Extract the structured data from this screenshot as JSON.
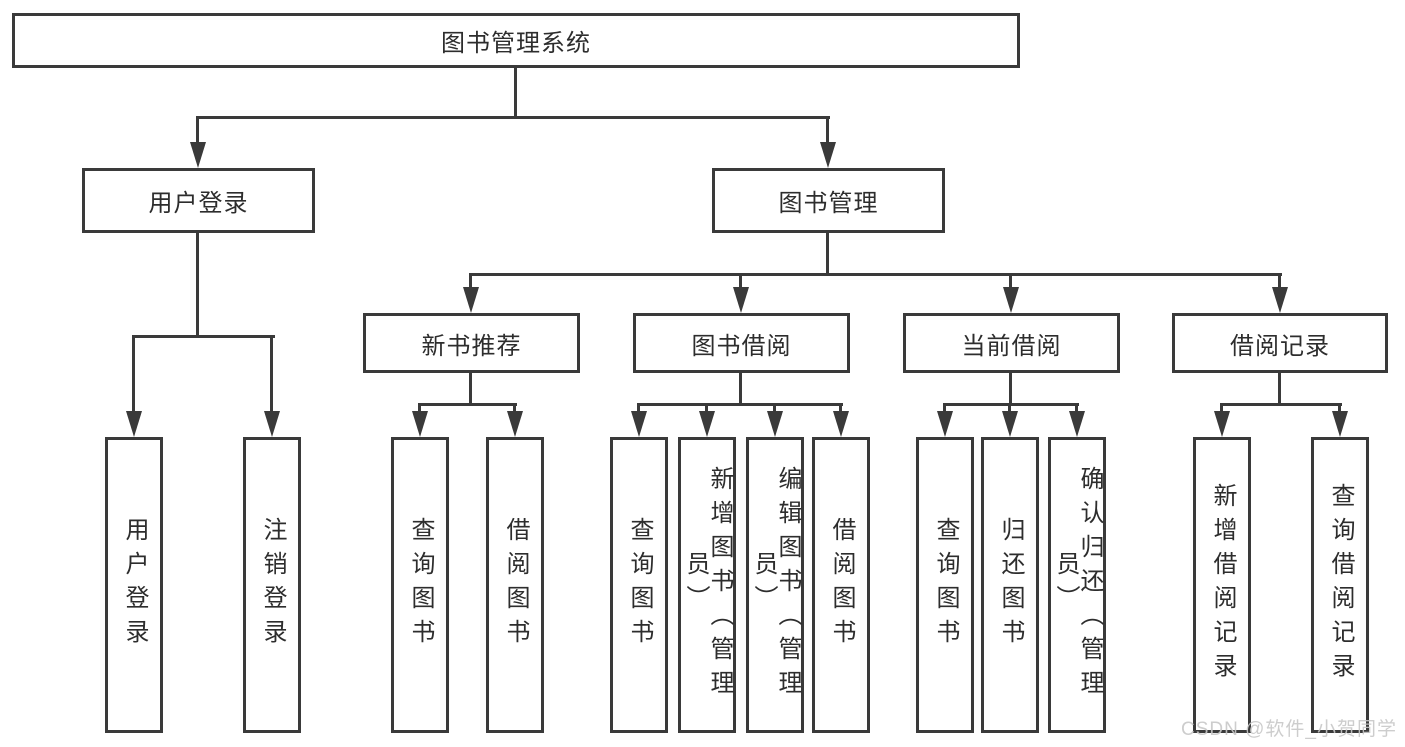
{
  "tree": {
    "label": "图书管理系统",
    "children": [
      {
        "label": "用户登录",
        "children": [
          {
            "label": "用户登录"
          },
          {
            "label": "注销登录"
          }
        ]
      },
      {
        "label": "图书管理",
        "children": [
          {
            "label": "新书推荐",
            "children": [
              {
                "label": "查询图书"
              },
              {
                "label": "借阅图书"
              }
            ]
          },
          {
            "label": "图书借阅",
            "children": [
              {
                "label": "查询图书"
              },
              {
                "label": "新增图书（管理员）"
              },
              {
                "label": "编辑图书（管理员）"
              },
              {
                "label": "借阅图书"
              }
            ]
          },
          {
            "label": "当前借阅",
            "children": [
              {
                "label": "查询图书"
              },
              {
                "label": "归还图书"
              },
              {
                "label": "确认归还（管理员）"
              }
            ]
          },
          {
            "label": "借阅记录",
            "children": [
              {
                "label": "新增借阅记录"
              },
              {
                "label": "查询借阅记录"
              }
            ]
          }
        ]
      }
    ]
  },
  "watermark": {
    "text": "CSDN @软件_小贺同学"
  },
  "colors": {
    "line": "#3a3a3a",
    "text": "#2d2d2d",
    "watermark": "#c8c8c8",
    "bg": "#ffffff"
  }
}
